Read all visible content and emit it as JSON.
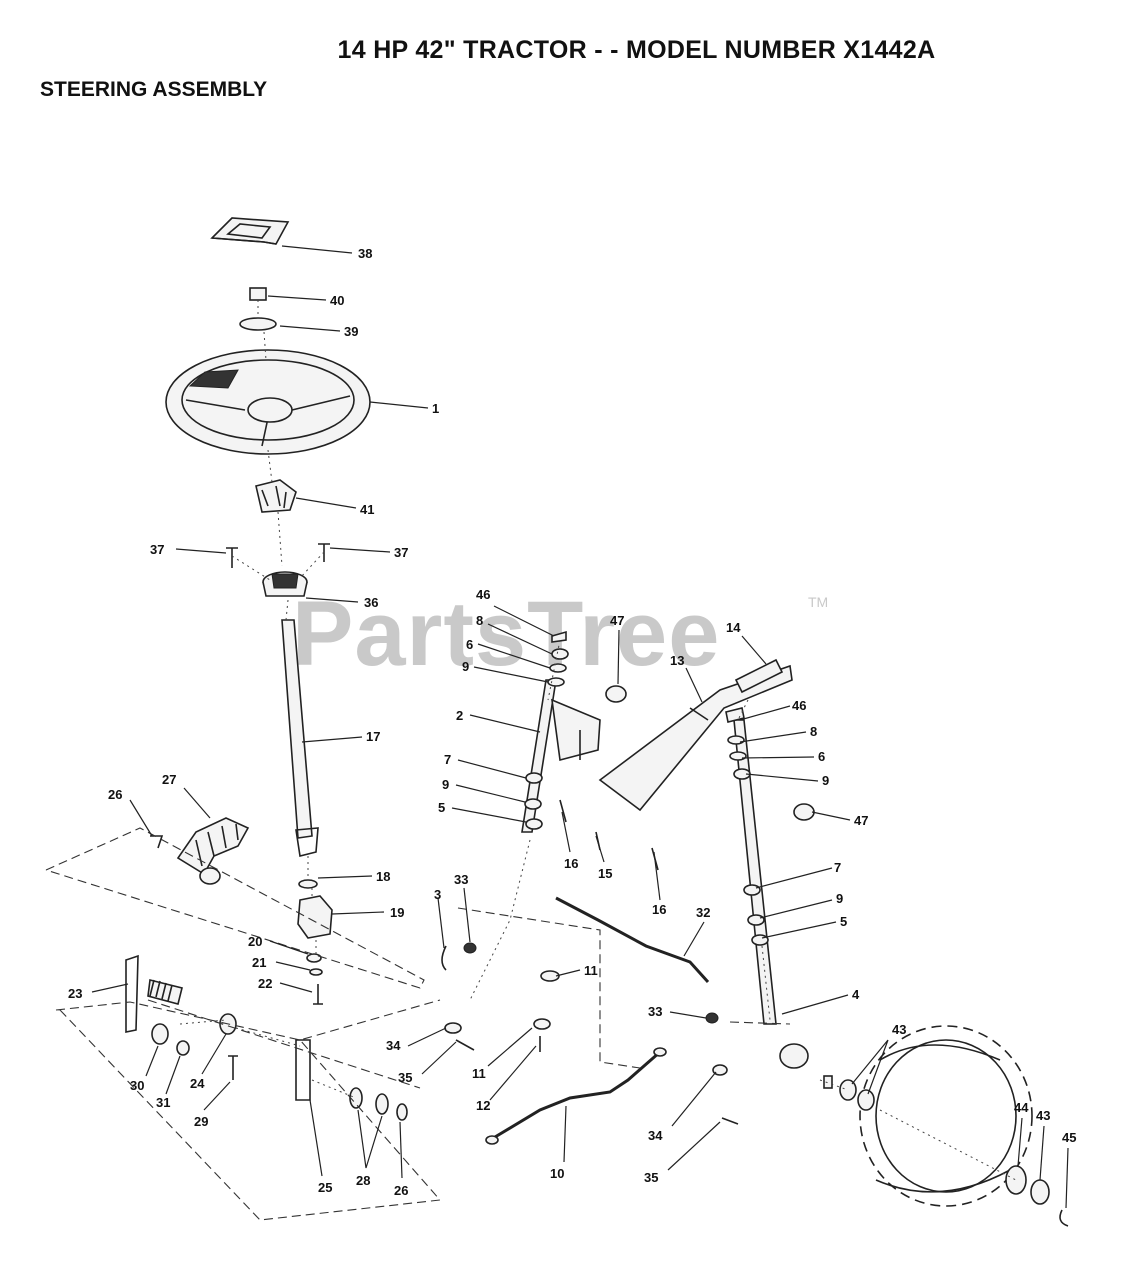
{
  "header": {
    "title": "14 HP 42\" TRACTOR - - MODEL NUMBER X1442A",
    "subtitle": "STEERING ASSEMBLY"
  },
  "watermark": {
    "text": "PartsTree",
    "tm": "TM"
  },
  "callouts": [
    {
      "id": "c38",
      "label": "38"
    },
    {
      "id": "c40",
      "label": "40"
    },
    {
      "id": "c39",
      "label": "39"
    },
    {
      "id": "c1",
      "label": "1"
    },
    {
      "id": "c41",
      "label": "41"
    },
    {
      "id": "c37a",
      "label": "37"
    },
    {
      "id": "c37b",
      "label": "37"
    },
    {
      "id": "c36",
      "label": "36"
    },
    {
      "id": "c17",
      "label": "17"
    },
    {
      "id": "c27",
      "label": "27"
    },
    {
      "id": "c26a",
      "label": "26"
    },
    {
      "id": "c18",
      "label": "18"
    },
    {
      "id": "c19",
      "label": "19"
    },
    {
      "id": "c20",
      "label": "20"
    },
    {
      "id": "c21",
      "label": "21"
    },
    {
      "id": "c22",
      "label": "22"
    },
    {
      "id": "c23",
      "label": "23"
    },
    {
      "id": "c30",
      "label": "30"
    },
    {
      "id": "c31",
      "label": "31"
    },
    {
      "id": "c24",
      "label": "24"
    },
    {
      "id": "c29",
      "label": "29"
    },
    {
      "id": "c25",
      "label": "25"
    },
    {
      "id": "c28",
      "label": "28"
    },
    {
      "id": "c26b",
      "label": "26"
    },
    {
      "id": "c46a",
      "label": "46"
    },
    {
      "id": "c8a",
      "label": "8"
    },
    {
      "id": "c6a",
      "label": "6"
    },
    {
      "id": "c9a",
      "label": "9"
    },
    {
      "id": "c47a",
      "label": "47"
    },
    {
      "id": "c2",
      "label": "2"
    },
    {
      "id": "c7a",
      "label": "7"
    },
    {
      "id": "c9b",
      "label": "9"
    },
    {
      "id": "c5a",
      "label": "5"
    },
    {
      "id": "c16a",
      "label": "16"
    },
    {
      "id": "c15",
      "label": "15"
    },
    {
      "id": "c14",
      "label": "14"
    },
    {
      "id": "c13",
      "label": "13"
    },
    {
      "id": "c46b",
      "label": "46"
    },
    {
      "id": "c8b",
      "label": "8"
    },
    {
      "id": "c6b",
      "label": "6"
    },
    {
      "id": "c9c",
      "label": "9"
    },
    {
      "id": "c47b",
      "label": "47"
    },
    {
      "id": "c16b",
      "label": "16"
    },
    {
      "id": "c7b",
      "label": "7"
    },
    {
      "id": "c9d",
      "label": "9"
    },
    {
      "id": "c5b",
      "label": "5"
    },
    {
      "id": "c4",
      "label": "4"
    },
    {
      "id": "c3",
      "label": "3"
    },
    {
      "id": "c33a",
      "label": "33"
    },
    {
      "id": "c11a",
      "label": "11"
    },
    {
      "id": "c32",
      "label": "32"
    },
    {
      "id": "c33b",
      "label": "33"
    },
    {
      "id": "c34a",
      "label": "34"
    },
    {
      "id": "c35a",
      "label": "35"
    },
    {
      "id": "c11b",
      "label": "11"
    },
    {
      "id": "c12",
      "label": "12"
    },
    {
      "id": "c10",
      "label": "10"
    },
    {
      "id": "c34b",
      "label": "34"
    },
    {
      "id": "c35b",
      "label": "35"
    },
    {
      "id": "c43a",
      "label": "43"
    },
    {
      "id": "c44",
      "label": "44"
    },
    {
      "id": "c43b",
      "label": "43"
    },
    {
      "id": "c45",
      "label": "45"
    }
  ]
}
